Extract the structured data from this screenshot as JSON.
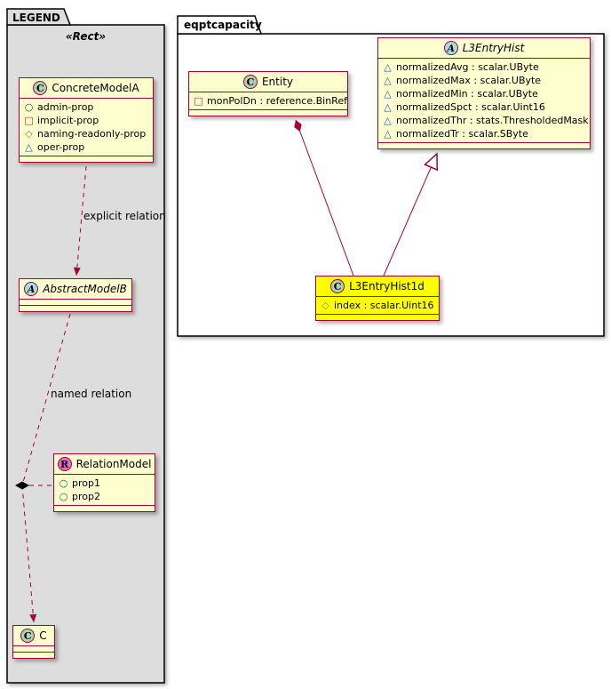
{
  "legend": {
    "title": "LEGEND",
    "stereotype": "«Rect»",
    "classes": {
      "concrete": {
        "icon_letter": "C",
        "name": "ConcreteModelA",
        "attrs": [
          {
            "icon": "public",
            "text": "admin-prop"
          },
          {
            "icon": "private",
            "text": "implicit-prop"
          },
          {
            "icon": "protected",
            "text": "naming-readonly-prop"
          },
          {
            "icon": "package",
            "text": "oper-prop"
          }
        ]
      },
      "abstract": {
        "icon_letter": "A",
        "name": "AbstractModelB"
      },
      "relation": {
        "icon_letter": "R",
        "name": "RelationModel",
        "attrs": [
          {
            "icon": "public",
            "text": "prop1"
          },
          {
            "icon": "public",
            "text": "prop2"
          }
        ]
      },
      "c": {
        "icon_letter": "C",
        "name": "C"
      }
    },
    "edge_labels": {
      "explicit": "explicit relation",
      "named": "named relation"
    }
  },
  "package": {
    "title": "eqptcapacity",
    "classes": {
      "entity": {
        "icon_letter": "C",
        "name": "Entity",
        "attrs": [
          {
            "icon": "private",
            "text": "monPolDn : reference.BinRef"
          }
        ]
      },
      "l3entryhist": {
        "icon_letter": "A",
        "name": "L3EntryHist",
        "attrs": [
          {
            "icon": "package",
            "text": "normalizedAvg : scalar.UByte"
          },
          {
            "icon": "package",
            "text": "normalizedMax : scalar.UByte"
          },
          {
            "icon": "package",
            "text": "normalizedMin : scalar.UByte"
          },
          {
            "icon": "package",
            "text": "normalizedSpct : scalar.Uint16"
          },
          {
            "icon": "package",
            "text": "normalizedThr : stats.ThresholdedMask"
          },
          {
            "icon": "package",
            "text": "normalizedTr : scalar.SByte"
          }
        ]
      },
      "l3entryhist1d": {
        "icon_letter": "C",
        "name": "L3EntryHist1d",
        "attrs": [
          {
            "icon": "protected",
            "text": "index : scalar.Uint16"
          }
        ]
      }
    }
  },
  "colors": {
    "class_fill": "#FEFECE",
    "class_border": "#A80036",
    "edge": "#A80036",
    "legend_fill": "#DDDDDD",
    "package_fill": "#FFFFFF",
    "highlight_fill": "#FFFF00",
    "sphere_class": "#ADD1B2",
    "sphere_abstract": "#A9DCDF",
    "sphere_relation": "#E36BC9",
    "vis_public": "#038048",
    "vis_private": "#C82930",
    "vis_protected": "#B38D22",
    "vis_package": "#1963A0"
  }
}
